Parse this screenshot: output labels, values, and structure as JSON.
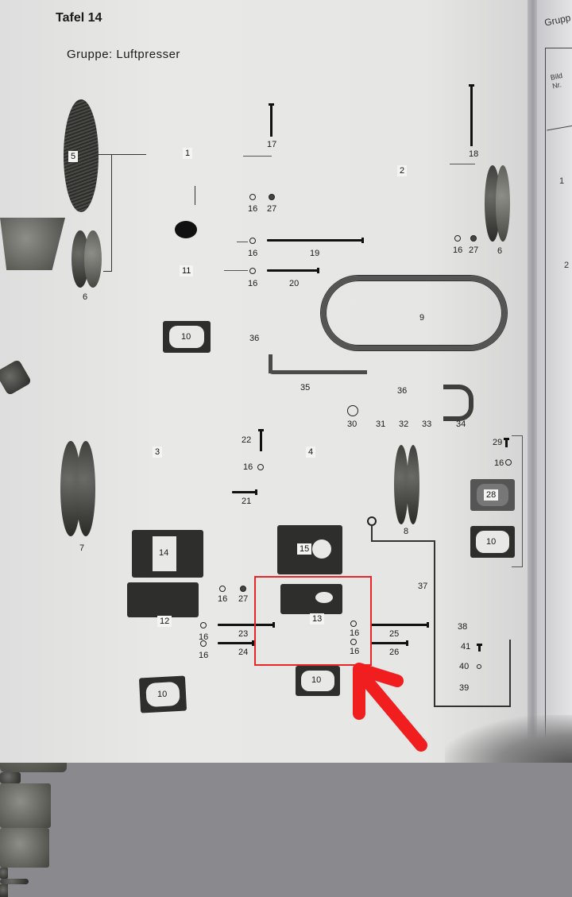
{
  "page": {
    "title": "Tafel 14",
    "group_label": "Gruppe: Luftpresser"
  },
  "next_page": {
    "title_fragment": "Grupp",
    "column_header": "Bild Nr.",
    "row_numbers": [
      "1",
      "2"
    ]
  },
  "parts": {
    "p1": "1",
    "p2": "2",
    "p3": "3",
    "p4": "4",
    "p5": "5",
    "p6a": "6",
    "p6b": "6",
    "p7": "7",
    "p8": "8",
    "p9": "9",
    "p10a": "10",
    "p10b": "10",
    "p10c": "10",
    "p10d": "10",
    "p11": "11",
    "p12": "12",
    "p13": "13",
    "p14": "14",
    "p15": "15",
    "p16": "16",
    "p17": "17",
    "p18": "18",
    "p19": "19",
    "p20": "20",
    "p21": "21",
    "p22": "22",
    "p23": "23",
    "p24": "24",
    "p25": "25",
    "p26": "26",
    "p27": "27",
    "p28": "28",
    "p29": "29",
    "p30": "30",
    "p31": "31",
    "p32": "32",
    "p33": "33",
    "p34": "34",
    "p35": "35",
    "p36": "36",
    "p37": "37",
    "p38": "38",
    "p39": "39",
    "p40": "40",
    "p41": "41"
  },
  "annotation": {
    "highlighted_part": "13",
    "color": "#e8262a"
  }
}
